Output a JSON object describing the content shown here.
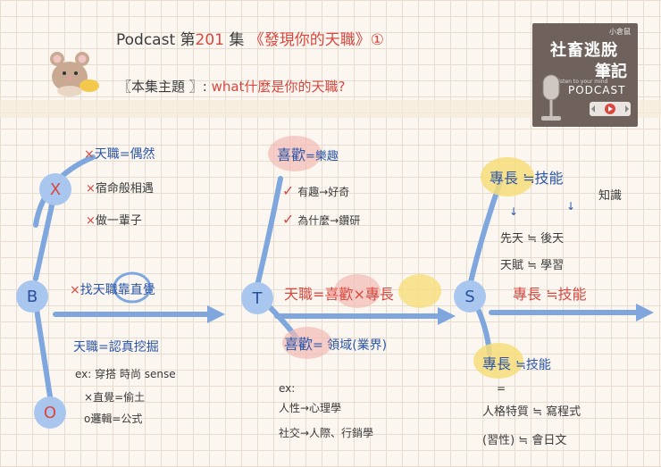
{
  "header": {
    "title_prefix": "Podcast 第",
    "title_num": "201",
    "title_mid": " 集 ",
    "title_main": "《發現你的天職》",
    "title_suffix": "①",
    "subtitle_bracket": "〖本集主題 〗:",
    "subtitle_text": "what什麼是你的天職?"
  },
  "cover": {
    "small": "小倉鼠",
    "line1": "社畜逃脫",
    "line2": "筆記",
    "tagline": "Listen to your mind",
    "line3": "PODCAST"
  },
  "nodes": {
    "X": "X",
    "B": "B",
    "O": "O",
    "T": "T",
    "S": "S"
  },
  "x_branch": {
    "item1": "天職=偶然",
    "item2": "宿命般相遇",
    "item3": "做一輩子"
  },
  "b_branch": {
    "main": "找天職靠直覺",
    "def": "天職=認真挖掘",
    "ex": "ex: 穿搭 時尚 sense",
    "line2": "直覺=偷土",
    "line3": "邏輯=公式"
  },
  "t_branch": {
    "top_like": "喜歡",
    "top_eq": "=樂趣",
    "check1": "有趣→好奇",
    "check2": "為什麼→鑽研",
    "main_left": "天職=",
    "main_like": "喜歡",
    "main_x": "×",
    "main_skill": "專長",
    "bottom_like": "喜歡",
    "bottom_eq": "= 領域(業界)",
    "ex": "ex:",
    "ex1": "人性→心理學",
    "ex2": "社交→人際、行銷學"
  },
  "s_branch": {
    "top_skill": "專長",
    "top_eq": "≒技能",
    "knowledge": "知識",
    "row1": "先天 ≒ 後天",
    "row2": "天賦 ≒ 學習",
    "main_skill": "專長",
    "main_eq": "≒技能",
    "bottom_skill": "專長",
    "bottom_eq": "≒技能",
    "equals": "=",
    "b1": "人格特質 ≒ 寫程式",
    "b2": "(習性)    ≒ 會日文"
  },
  "colors": {
    "blue": "#2b55a8",
    "red": "#d9473f",
    "node_fill": "#a9c7ee",
    "highlight_yellow": "#f7dd7a",
    "highlight_pink": "#f2b9b3",
    "line_blue": "#7fa7de"
  }
}
